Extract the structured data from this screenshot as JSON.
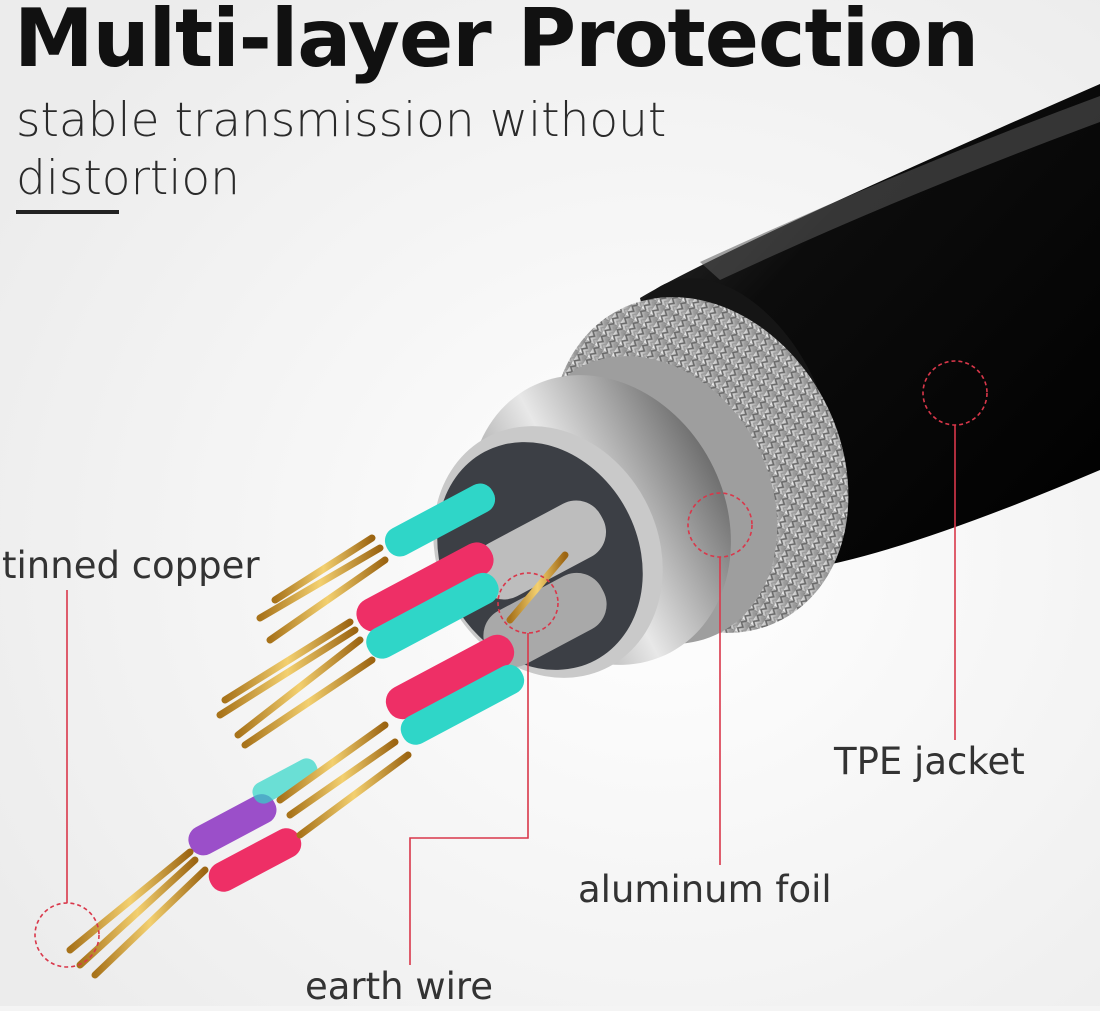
{
  "header": {
    "title": "Multi-layer Protection",
    "subtitle": "stable transmission without distortion"
  },
  "callouts": {
    "tinned_copper": "tinned copper",
    "tpe_jacket": "TPE jacket",
    "aluminum_foil": "aluminum foil",
    "earth_wire": "earth wire"
  },
  "colors": {
    "callout_line": "#d9374a",
    "jacket": "#0a0a0a",
    "copper": "#c9951f",
    "cyan_core": "#2fd6c8",
    "pink_core": "#ee2f66",
    "purple_core": "#9b4fc9"
  }
}
